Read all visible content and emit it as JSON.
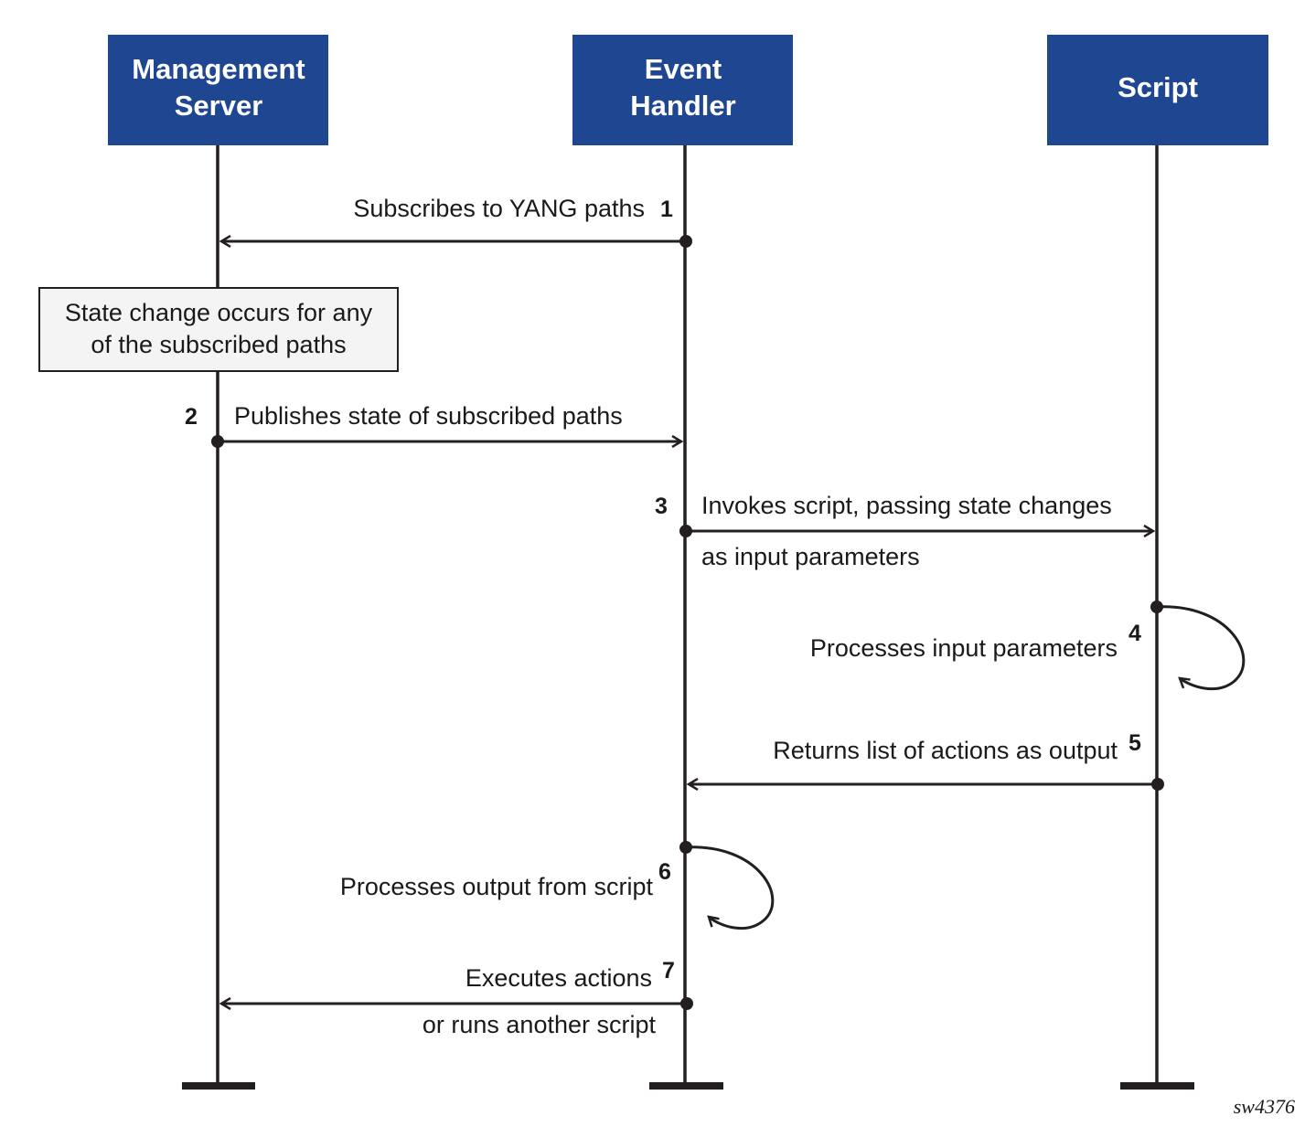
{
  "colors": {
    "actor_fill": "#1f4690",
    "actor_text": "#ffffff",
    "line": "#231f20",
    "note_fill": "#f4f4f4"
  },
  "actors": [
    {
      "id": "ms",
      "lines": [
        "Management",
        "Server"
      ]
    },
    {
      "id": "eh",
      "lines": [
        "Event",
        "Handler"
      ]
    },
    {
      "id": "sc",
      "lines": [
        "Script"
      ]
    }
  ],
  "note": {
    "lines": [
      "State change occurs for any",
      "of the subscribed paths"
    ]
  },
  "steps": [
    {
      "num": "1",
      "lines": [
        "Subscribes to YANG paths"
      ]
    },
    {
      "num": "2",
      "lines": [
        "Publishes state of subscribed paths"
      ]
    },
    {
      "num": "3",
      "lines": [
        "Invokes script, passing state changes",
        "as input parameters"
      ]
    },
    {
      "num": "4",
      "lines": [
        "Processes input parameters"
      ]
    },
    {
      "num": "5",
      "lines": [
        "Returns list of actions as output"
      ]
    },
    {
      "num": "6",
      "lines": [
        "Processes output from script"
      ]
    },
    {
      "num": "7",
      "lines": [
        "Executes actions",
        "or runs another script"
      ]
    }
  ],
  "figure_id": "sw4376"
}
